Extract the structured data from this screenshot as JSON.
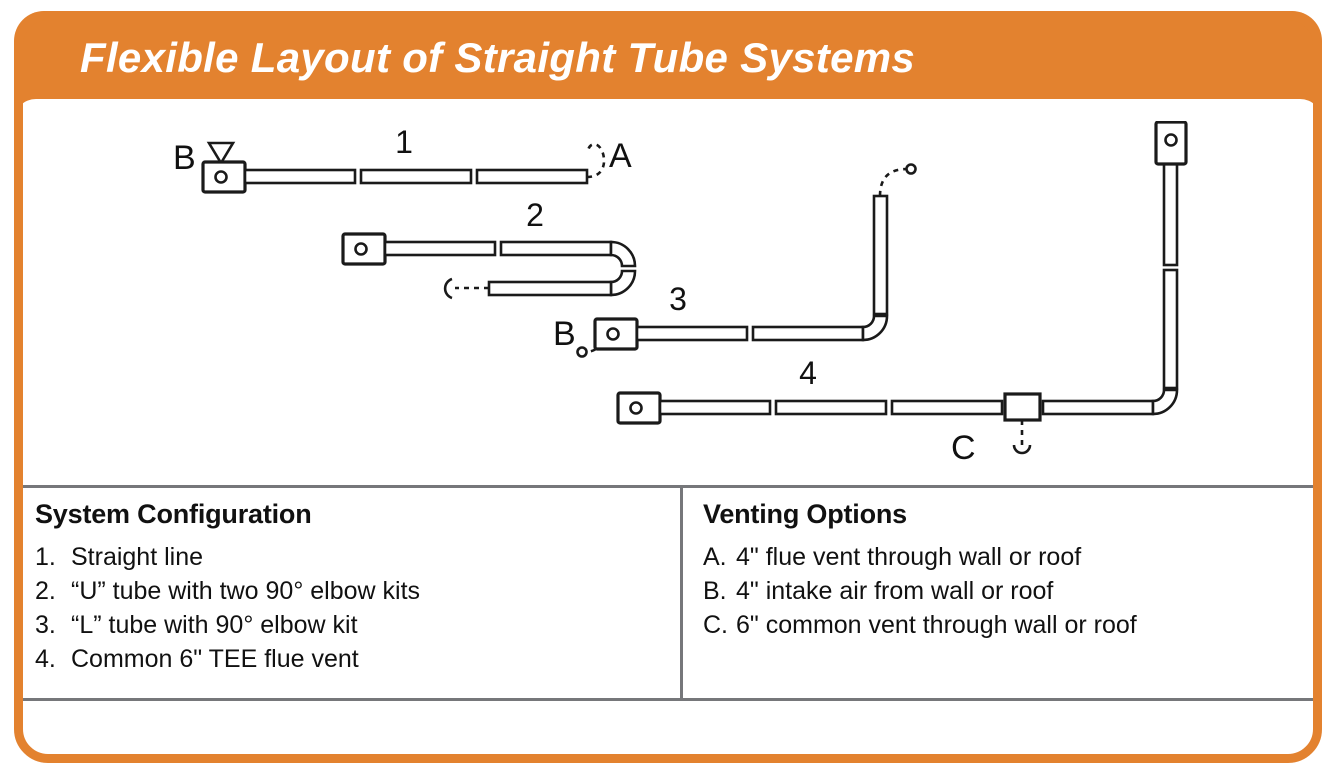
{
  "banner": {
    "title": "Flexible Layout of Straight Tube Systems",
    "background_color": "#E3822F",
    "text_color": "#FFFFFF"
  },
  "frame": {
    "border_color": "#E3822F",
    "divider_color": "#76777A",
    "line_color": "#1A1A1A"
  },
  "diagram": {
    "labels": {
      "config1": "1",
      "config2": "2",
      "config3": "3",
      "config4": "4",
      "vent_a": "A",
      "vent_b1": "B",
      "vent_b3": "B",
      "vent_c": "C"
    }
  },
  "legend": {
    "left": {
      "title": "System Configuration",
      "items": [
        {
          "marker": "1.",
          "text": "Straight line"
        },
        {
          "marker": "2.",
          "text": "“U” tube with two 90° elbow kits"
        },
        {
          "marker": "3.",
          "text": "“L” tube with 90° elbow kit"
        },
        {
          "marker": "4.",
          "text": "Common 6\" TEE flue vent"
        }
      ]
    },
    "right": {
      "title": "Venting Options",
      "items": [
        {
          "marker": "A.",
          "text": "4\" flue vent through wall or roof"
        },
        {
          "marker": "B.",
          "text": "4\" intake air from wall or roof"
        },
        {
          "marker": "C.",
          "text": "6\" common vent through wall or roof"
        }
      ]
    }
  }
}
